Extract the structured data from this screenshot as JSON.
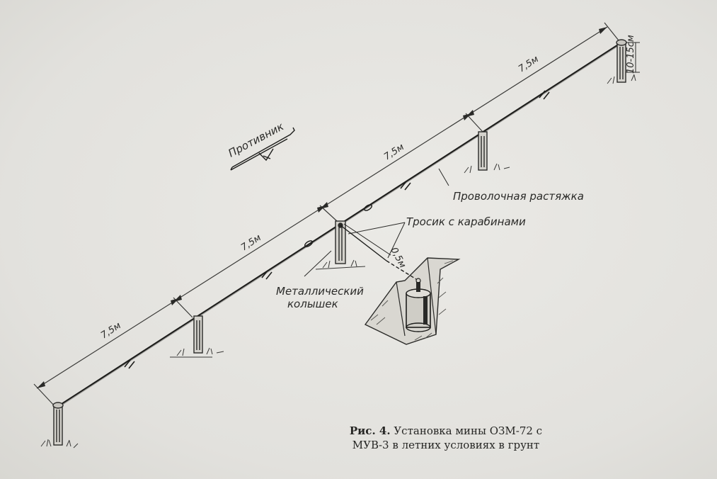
{
  "labels": {
    "enemy": "Противник",
    "wire": "Проволочная растяжка",
    "cable": "Тросик с карабинами",
    "stake_line1": "Металлический",
    "stake_line2": "колышек",
    "cable_len": "0,5м",
    "height": "10-15см",
    "seg1": "7,5м",
    "seg2": "7,5м",
    "seg3": "7,5м",
    "seg4": "7,5м"
  },
  "caption": {
    "figure": "Рис. 4.",
    "line1": "Установка мины ОЗМ-72 с",
    "line2": "МУВ-3 в летних условиях в грунт"
  }
}
